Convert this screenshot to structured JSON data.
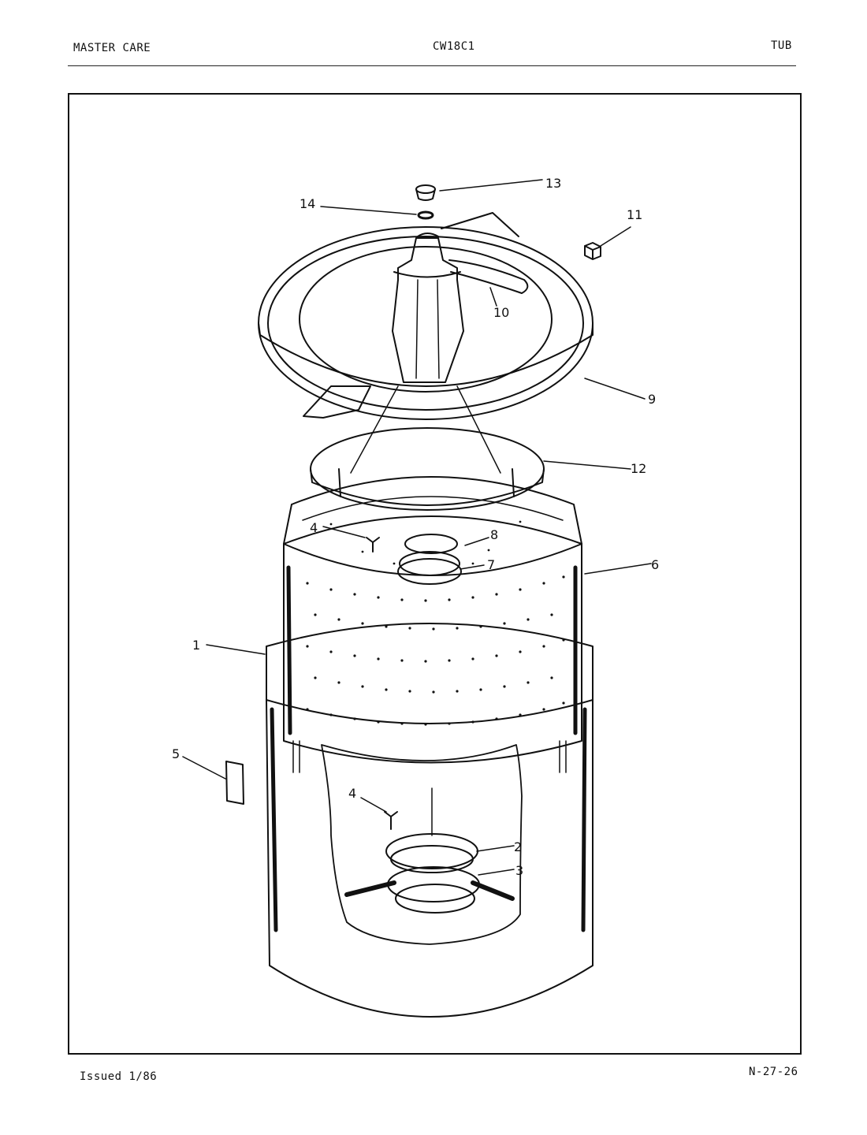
{
  "header": {
    "brand": "MASTER CARE",
    "model": "CW18C1",
    "section": "TUB"
  },
  "footer": {
    "issued": "Issued 1/86",
    "page_code": "N-27-26"
  },
  "callouts": [
    "1",
    "2",
    "3",
    "4",
    "4",
    "5",
    "6",
    "7",
    "8",
    "9",
    "10",
    "11",
    "12",
    "13",
    "14"
  ]
}
